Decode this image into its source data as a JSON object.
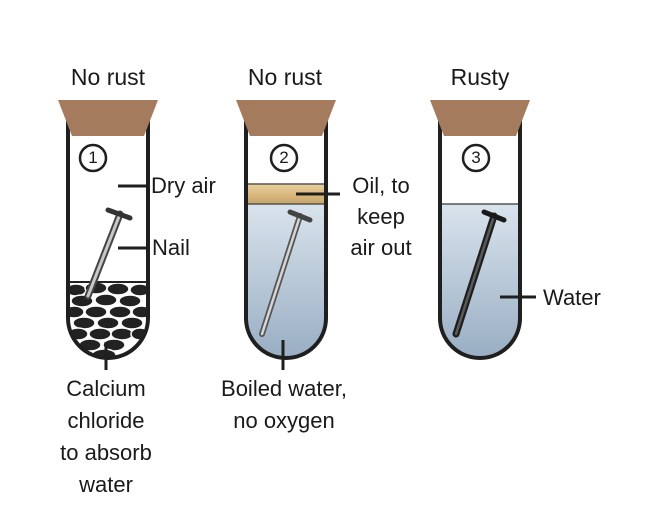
{
  "tubes": [
    {
      "status": "No rust",
      "number": "1",
      "labels": {
        "air": "Dry air",
        "nail": "Nail",
        "bottom": [
          "Calcium",
          "chloride",
          "to absorb",
          "water"
        ]
      }
    },
    {
      "status": "No rust",
      "number": "2",
      "labels": {
        "oil": [
          "Oil, to",
          "keep",
          "air out"
        ],
        "bottom": [
          "Boiled water,",
          "no oxygen"
        ]
      }
    },
    {
      "status": "Rusty",
      "number": "3",
      "labels": {
        "water": "Water"
      }
    }
  ],
  "colors": {
    "cork": "#a57b5e",
    "water_top": "#d6e0ea",
    "water_bottom": "#8fa6be",
    "oil": "#d9b77a",
    "outline": "#1f1f1f",
    "nail": "#6f6f6f"
  }
}
